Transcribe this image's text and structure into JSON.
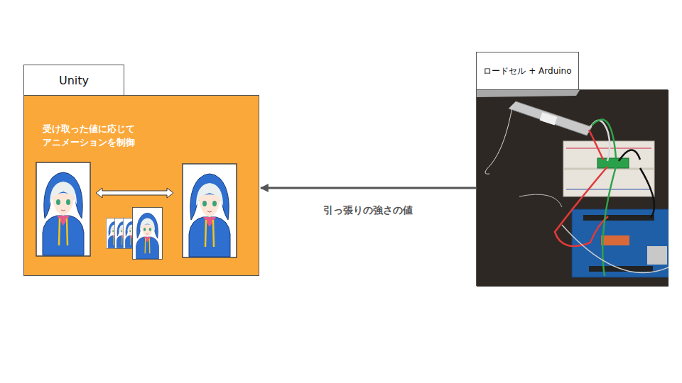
{
  "diagram": {
    "nodes": [
      {
        "text": [
          "Unity",
          "受け取った値に応じて アニメーションを制御"
        ]
      },
      {
        "text": [
          "ロードセル + Arduino"
        ]
      }
    ],
    "edges": [
      {
        "from": 1,
        "to": 0,
        "arrow": "to",
        "label": "引っ張りの強さの値"
      }
    ]
  }
}
